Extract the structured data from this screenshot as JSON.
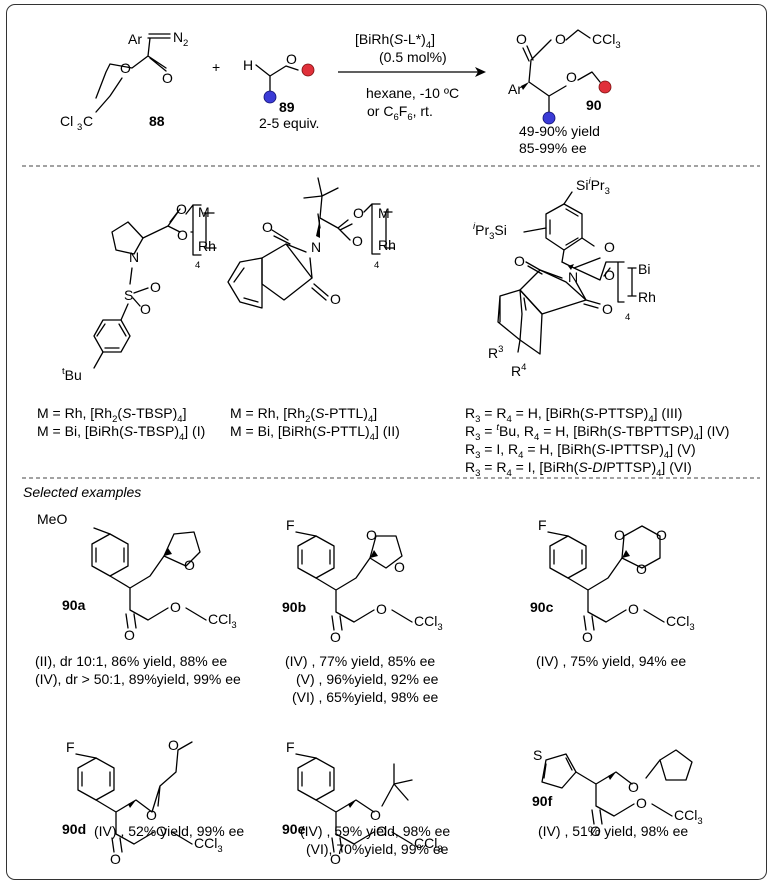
{
  "colors": {
    "blue": "#3b3bd6",
    "red": "#e0303a"
  },
  "reaction": {
    "reactant_88": {
      "ar": "Ar",
      "n": "N",
      "n_sub": "2",
      "cl3c": "Cl",
      "cl3c_sub": "3",
      "cl3c_c": "C",
      "label": "88"
    },
    "plus": "+",
    "reactant_89": {
      "h": "H",
      "o": "O",
      "label": "89",
      "equiv": "2-5 equiv."
    },
    "catalyst": {
      "part1": "[BiRh(",
      "s": "S",
      "part2": "-L*)",
      "sub": "4",
      "part3": "]",
      "loading": "(0.5 mol%)"
    },
    "conditions": {
      "line1": "hexane, -10 ºC",
      "line2a": "or C",
      "sub6a": "6",
      "line2b": "F",
      "sub6b": "6",
      "line2c": ", rt."
    },
    "product_90": {
      "o1": "O",
      "o2": "O",
      "ccl": "CCl",
      "ccl_sub": "3",
      "ar": "Ar",
      "o3": "O",
      "label": "90"
    },
    "yield": "49-90% yield",
    "ee": "85-99% ee"
  },
  "catalysts": {
    "tbsp": {
      "m": "M",
      "rh": "Rh",
      "sub4": "4",
      "o1": "O",
      "o2": "O",
      "n": "N",
      "s": "S",
      "o3": "O",
      "o4": "O",
      "tbu_t": "t",
      "tbu_bu": "Bu",
      "line1a": "M = Rh, [Rh",
      "line1sub": "2",
      "line1b": "(",
      "line1s": "S",
      "line1c": "-TBSP)",
      "line1sub4": "4",
      "line1d": "]",
      "line2a": "M = Bi, [BiRh(",
      "line2s": "S",
      "line2b": "-TBSP)",
      "line2sub4": "4",
      "line2c": "] (I)"
    },
    "pttl": {
      "m": "M",
      "rh": "Rh",
      "sub4": "4",
      "o1": "O",
      "o2": "O",
      "n": "N",
      "o3": "O",
      "o4": "O",
      "line1a": "M = Rh, [Rh",
      "line1sub": "2",
      "line1b": "(",
      "line1s": "S",
      "line1c": "-PTTL)",
      "line1sub4": "4",
      "line1d": "]",
      "line2a": "M = Bi, [BiRh(",
      "line2s": "S",
      "line2b": "-PTTL)",
      "line2sub4": "4",
      "line2c": "] (II)"
    },
    "pttsp": {
      "si1a": "Si",
      "si1i": "i",
      "si1b": "Pr",
      "si1sub": "3",
      "si2i": "i",
      "si2b": "Pr",
      "si2sub": "3",
      "si2c": "Si",
      "bi": "Bi",
      "rh": "Rh",
      "sub4": "4",
      "o1": "O",
      "o2": "O",
      "n": "N",
      "o3": "O",
      "o4": "O",
      "r3": "R",
      "r3sup": "3",
      "r4": "R",
      "r4sup": "4",
      "lines": [
        {
          "a": "R",
          "as": "3",
          "b": " = R",
          "bs": "4",
          "c": " = H, [BiRh(",
          "s": "S",
          "d": "-PTTSP)",
          "ds": "4",
          "e": "] (III)"
        },
        {
          "a": "R",
          "as": "3",
          "b": " = ",
          "t": "t",
          "c2": "Bu, R",
          "bs": "4",
          "c": " = H, [BiRh(",
          "s": "S",
          "d": "-TBPTTSP)",
          "ds": "4",
          "e": "] (IV)"
        },
        {
          "a": "R",
          "as": "3",
          "b": " = I, R",
          "bs": "4",
          "c": " = H, [BiRh(",
          "s": "S",
          "d": "-IPTTSP)",
          "ds": "4",
          "e": "] (V)"
        },
        {
          "a": "R",
          "as": "3",
          "b": " = R",
          "bs": "4",
          "c": " = I, [BiRh(",
          "s": "S",
          "d": "-",
          "di": "DI",
          "d2": "PTTSP)",
          "ds": "4",
          "e": "] (VI)"
        }
      ]
    }
  },
  "examples": {
    "heading": "Selected examples",
    "ex90a": {
      "meo": "MeO",
      "o_ring": "O",
      "o1": "O",
      "o2": "O",
      "ccl": "CCl",
      "sub": "3",
      "label": "90a",
      "r1": "(II), dr 10:1, 86% yield, 88% ee",
      "r2": "(IV), dr > 50:1, 89%yield, 99% ee"
    },
    "ex90b": {
      "f": "F",
      "oa": "O",
      "ob": "O",
      "o1": "O",
      "o2": "O",
      "ccl": "CCl",
      "sub": "3",
      "label": "90b",
      "r1": "(IV) , 77% yield, 85% ee",
      "r2": "(V) , 96%yield, 92% ee",
      "r3": "(VI) , 65%yield, 98% ee"
    },
    "ex90c": {
      "f": "F",
      "oa": "O",
      "ob": "O",
      "oc": "O",
      "o1": "O",
      "o2": "O",
      "ccl": "CCl",
      "sub": "3",
      "label": "90c",
      "r1": "(IV) , 75% yield, 94% ee"
    },
    "ex90d": {
      "f": "F",
      "oa": "O",
      "ob": "O",
      "o1": "O",
      "o2": "O",
      "ccl": "CCl",
      "sub": "3",
      "label": "90d",
      "r1": "(IV) , 52% yield, 99% ee"
    },
    "ex90e": {
      "f": "F",
      "oa": "O",
      "o1": "O",
      "o2": "O",
      "ccl": "CCl",
      "sub": "3",
      "label": "90e",
      "r1": "(IV) , 59% yield, 98% ee",
      "r2": "(VI), 70%yield, 99% ee"
    },
    "ex90f": {
      "s": "S",
      "oa": "O",
      "o1": "O",
      "o2": "O",
      "ccl": "CCl",
      "sub": "3",
      "label": "90f",
      "r1": "(IV) , 51% yield, 98% ee"
    }
  }
}
